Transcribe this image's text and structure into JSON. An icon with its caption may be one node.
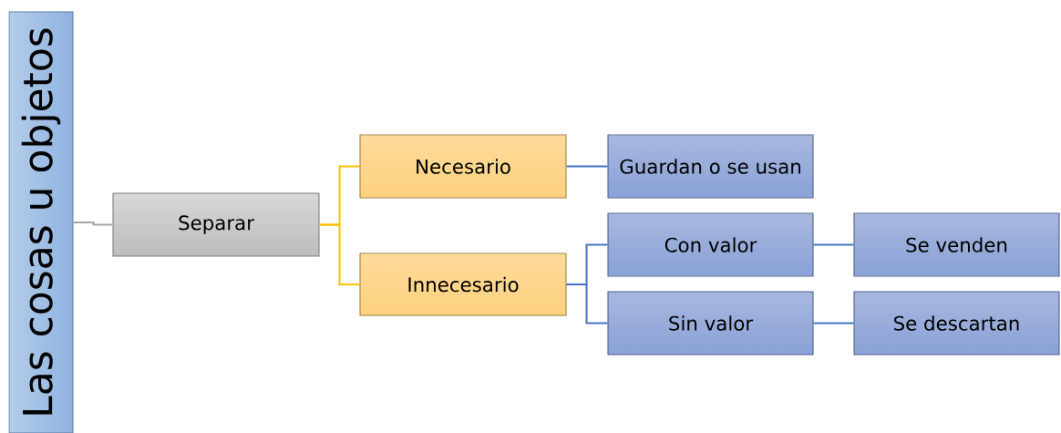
{
  "diagram": {
    "nodes": [
      {
        "text": [
          "Las cosas u objetos"
        ]
      },
      {
        "text": [
          "Separar"
        ]
      },
      {
        "text": [
          "Necesario"
        ]
      },
      {
        "text": [
          "Innecesario"
        ]
      },
      {
        "text": [
          "Guardan o se usan"
        ]
      },
      {
        "text": [
          "Con valor"
        ]
      },
      {
        "text": [
          "Sin valor"
        ]
      },
      {
        "text": [
          "Se venden"
        ]
      },
      {
        "text": [
          "Se descartan"
        ]
      }
    ],
    "edges": [
      {
        "from": 0,
        "to": 1,
        "arrow": "none",
        "color": "#a6a6a6"
      },
      {
        "from": 1,
        "to": 2,
        "arrow": "none",
        "color": "#ffc000"
      },
      {
        "from": 1,
        "to": 3,
        "arrow": "none",
        "color": "#ffc000"
      },
      {
        "from": 2,
        "to": 4,
        "arrow": "none"
      },
      {
        "from": 3,
        "to": 5,
        "arrow": "none"
      },
      {
        "from": 3,
        "to": 6,
        "arrow": "none"
      },
      {
        "from": 5,
        "to": 7,
        "arrow": "none"
      },
      {
        "from": 6,
        "to": 8,
        "arrow": "none"
      }
    ]
  }
}
